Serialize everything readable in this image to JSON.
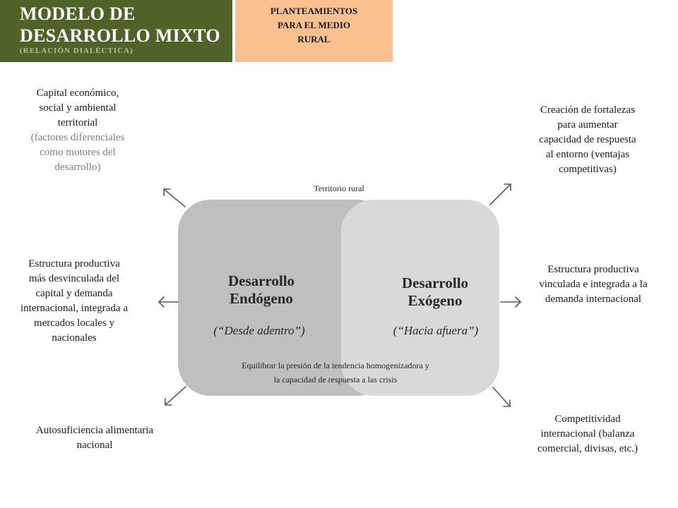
{
  "header": {
    "title_line1": "MODELO DE",
    "title_line2": "DESARROLLO MIXTO",
    "subtitle": "(RELACIÓN DIALÉCTICA)",
    "tag_line1": "PLANTEAMIENTOS",
    "tag_line2": "PARA EL MEDIO",
    "tag_line3": "RURAL",
    "colors": {
      "title_bg": "#4f6228",
      "tag_bg": "#fac090"
    }
  },
  "diagram": {
    "territory_label": "Territorio rural",
    "endogenous": {
      "title_line1": "Desarrollo",
      "title_line2": "Endógeno",
      "subtitle": "(“Desde adentro”)"
    },
    "exogenous": {
      "title_line1": "Desarrollo",
      "title_line2": "Exógeno",
      "subtitle": "(“Hacia afuera”)"
    },
    "balance_line1": "Equilibrar la presión de la tendencia homogenizadora y",
    "balance_line2": "la capacidad de respuesta a las crisis",
    "colors": {
      "endogenous": "#bfbfbf",
      "exogenous": "#d9d9d9",
      "arrow": "#595959"
    }
  },
  "left": {
    "top": {
      "lines": [
        "Capital económico,",
        "social y ambiental",
        "territorial"
      ],
      "grey_lines": [
        "(factores diferenciales",
        "como motores del",
        "desarrollo)"
      ]
    },
    "middle": {
      "lines": [
        "Estructura productiva",
        "más desvinculada del",
        "capital y demanda",
        "internacional, integrada a",
        "mercados locales y",
        "nacionales"
      ]
    },
    "bottom": {
      "lines": [
        "Autosuficiencia alimentaria",
        "nacional"
      ]
    }
  },
  "right": {
    "top": {
      "lines": [
        "Creación de fortalezas",
        "para aumentar",
        "capacidad de respuesta",
        "al entorno (ventajas",
        "competitivas)"
      ]
    },
    "middle": {
      "lines": [
        "Estructura productiva",
        "vinculada e integrada a la",
        "demanda internacional"
      ]
    },
    "bottom": {
      "lines": [
        "Competitividad",
        "internacional (balanza",
        "comercial, divisas, etc.)"
      ]
    }
  }
}
